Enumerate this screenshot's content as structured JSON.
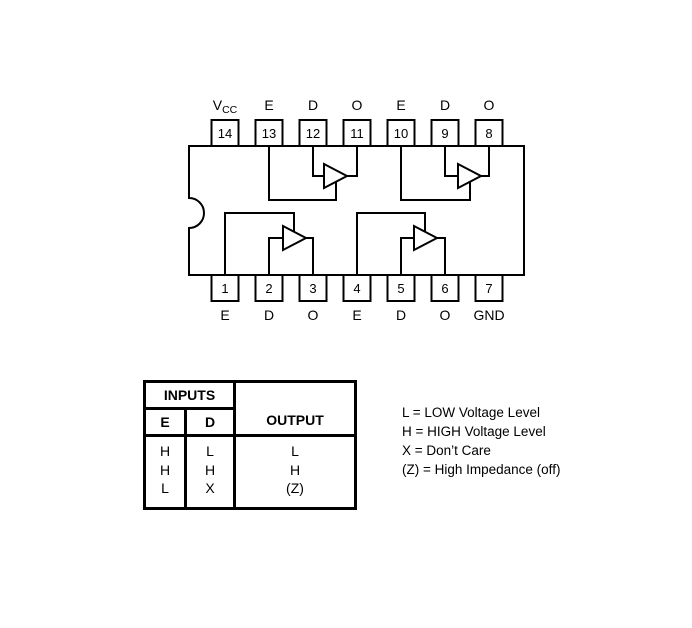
{
  "diagram": {
    "top_pins": [
      {
        "number": "14",
        "label": "V",
        "label_sub": "CC"
      },
      {
        "number": "13",
        "label": "E"
      },
      {
        "number": "12",
        "label": "D"
      },
      {
        "number": "11",
        "label": "O"
      },
      {
        "number": "10",
        "label": "E"
      },
      {
        "number": "9",
        "label": "D"
      },
      {
        "number": "8",
        "label": "O"
      }
    ],
    "bottom_pins": [
      {
        "number": "1",
        "label": "E"
      },
      {
        "number": "2",
        "label": "D"
      },
      {
        "number": "3",
        "label": "O"
      },
      {
        "number": "4",
        "label": "E"
      },
      {
        "number": "5",
        "label": "D"
      },
      {
        "number": "6",
        "label": "O"
      },
      {
        "number": "7",
        "label": "GND"
      }
    ]
  },
  "truth_table": {
    "inputs_header": "INPUTS",
    "output_header": "OUTPUT",
    "col_e": "E",
    "col_d": "D",
    "rows": [
      {
        "e": "H",
        "d": "L",
        "out": "L"
      },
      {
        "e": "H",
        "d": "H",
        "out": "H"
      },
      {
        "e": "L",
        "d": "X",
        "out": "(Z)"
      }
    ]
  },
  "legend": {
    "lines": [
      "L = LOW Voltage Level",
      "H = HIGH Voltage Level",
      "X = Don’t Care",
      "(Z) = High Impedance (off)"
    ]
  },
  "colors": {
    "ink": "#000000",
    "background": "#ffffff"
  }
}
